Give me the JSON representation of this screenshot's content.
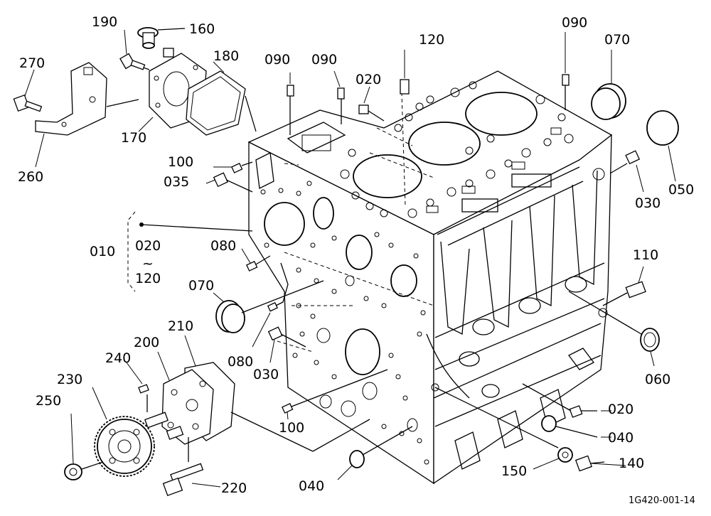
{
  "figure_code": "1G420-001-14",
  "assembly": {
    "label": "010",
    "range_from": "020",
    "range_sep": "~",
    "range_to": "120"
  },
  "callouts": [
    {
      "id": "c190",
      "text": "190"
    },
    {
      "id": "c160",
      "text": "160"
    },
    {
      "id": "c270",
      "text": "270"
    },
    {
      "id": "c180",
      "text": "180"
    },
    {
      "id": "c170",
      "text": "170"
    },
    {
      "id": "c260",
      "text": "260"
    },
    {
      "id": "c090a",
      "text": "090"
    },
    {
      "id": "c090b",
      "text": "090"
    },
    {
      "id": "c020a",
      "text": "020"
    },
    {
      "id": "c120",
      "text": "120"
    },
    {
      "id": "c090c",
      "text": "090"
    },
    {
      "id": "c070a",
      "text": "070"
    },
    {
      "id": "c100a",
      "text": "100"
    },
    {
      "id": "c035",
      "text": "035"
    },
    {
      "id": "c050",
      "text": "050"
    },
    {
      "id": "c030a",
      "text": "030"
    },
    {
      "id": "c080a",
      "text": "080"
    },
    {
      "id": "c110",
      "text": "110"
    },
    {
      "id": "c070b",
      "text": "070"
    },
    {
      "id": "c210",
      "text": "210"
    },
    {
      "id": "c200",
      "text": "200"
    },
    {
      "id": "c240",
      "text": "240"
    },
    {
      "id": "c080b",
      "text": "080"
    },
    {
      "id": "c030b",
      "text": "030"
    },
    {
      "id": "c060",
      "text": "060"
    },
    {
      "id": "c230",
      "text": "230"
    },
    {
      "id": "c250",
      "text": "250"
    },
    {
      "id": "c100b",
      "text": "100"
    },
    {
      "id": "c020b",
      "text": "020"
    },
    {
      "id": "c040a",
      "text": "040"
    },
    {
      "id": "c150",
      "text": "150"
    },
    {
      "id": "c140",
      "text": "140"
    },
    {
      "id": "c220",
      "text": "220"
    },
    {
      "id": "c040b",
      "text": "040"
    }
  ]
}
